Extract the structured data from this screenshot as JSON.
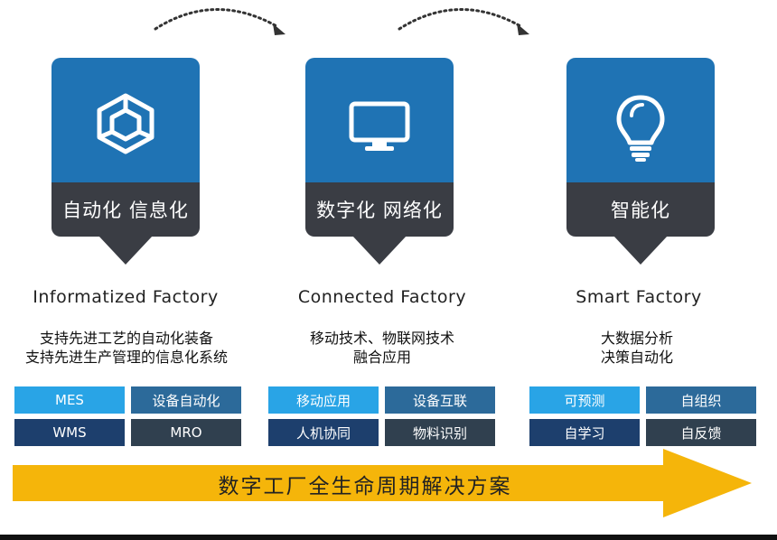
{
  "stages": [
    {
      "label": "自动化  信息化",
      "icon": "cube-icon",
      "title": "Informatized Factory",
      "desc": [
        "支持先进工艺的自动化装备",
        "支持先进生产管理的信息化系统"
      ],
      "tiles": [
        "MES",
        "设备自动化",
        "WMS",
        "MRO"
      ]
    },
    {
      "label": "数字化 网络化",
      "icon": "monitor-icon",
      "title": "Connected Factory",
      "desc": [
        "移动技术、物联网技术",
        "融合应用"
      ],
      "tiles": [
        "移动应用",
        "设备互联",
        "人机协同",
        "物料识别"
      ]
    },
    {
      "label": "智能化",
      "icon": "lightbulb-icon",
      "title": "Smart Factory",
      "desc": [
        "大数据分析",
        "决策自动化"
      ],
      "tiles": [
        "可预测",
        "自组织",
        "自学习",
        "自反馈"
      ]
    }
  ],
  "banner": {
    "text": "数字工厂全生命周期解决方案"
  },
  "colors": {
    "card_top": "#1f73b4",
    "card_bottom": "#3a3d44",
    "tile_light": "#29a4e6",
    "tile_mid": "#2c6a9a",
    "tile_navy": "#1d3f6d",
    "tile_dark": "#30404f",
    "arrow": "#f5b50a"
  }
}
